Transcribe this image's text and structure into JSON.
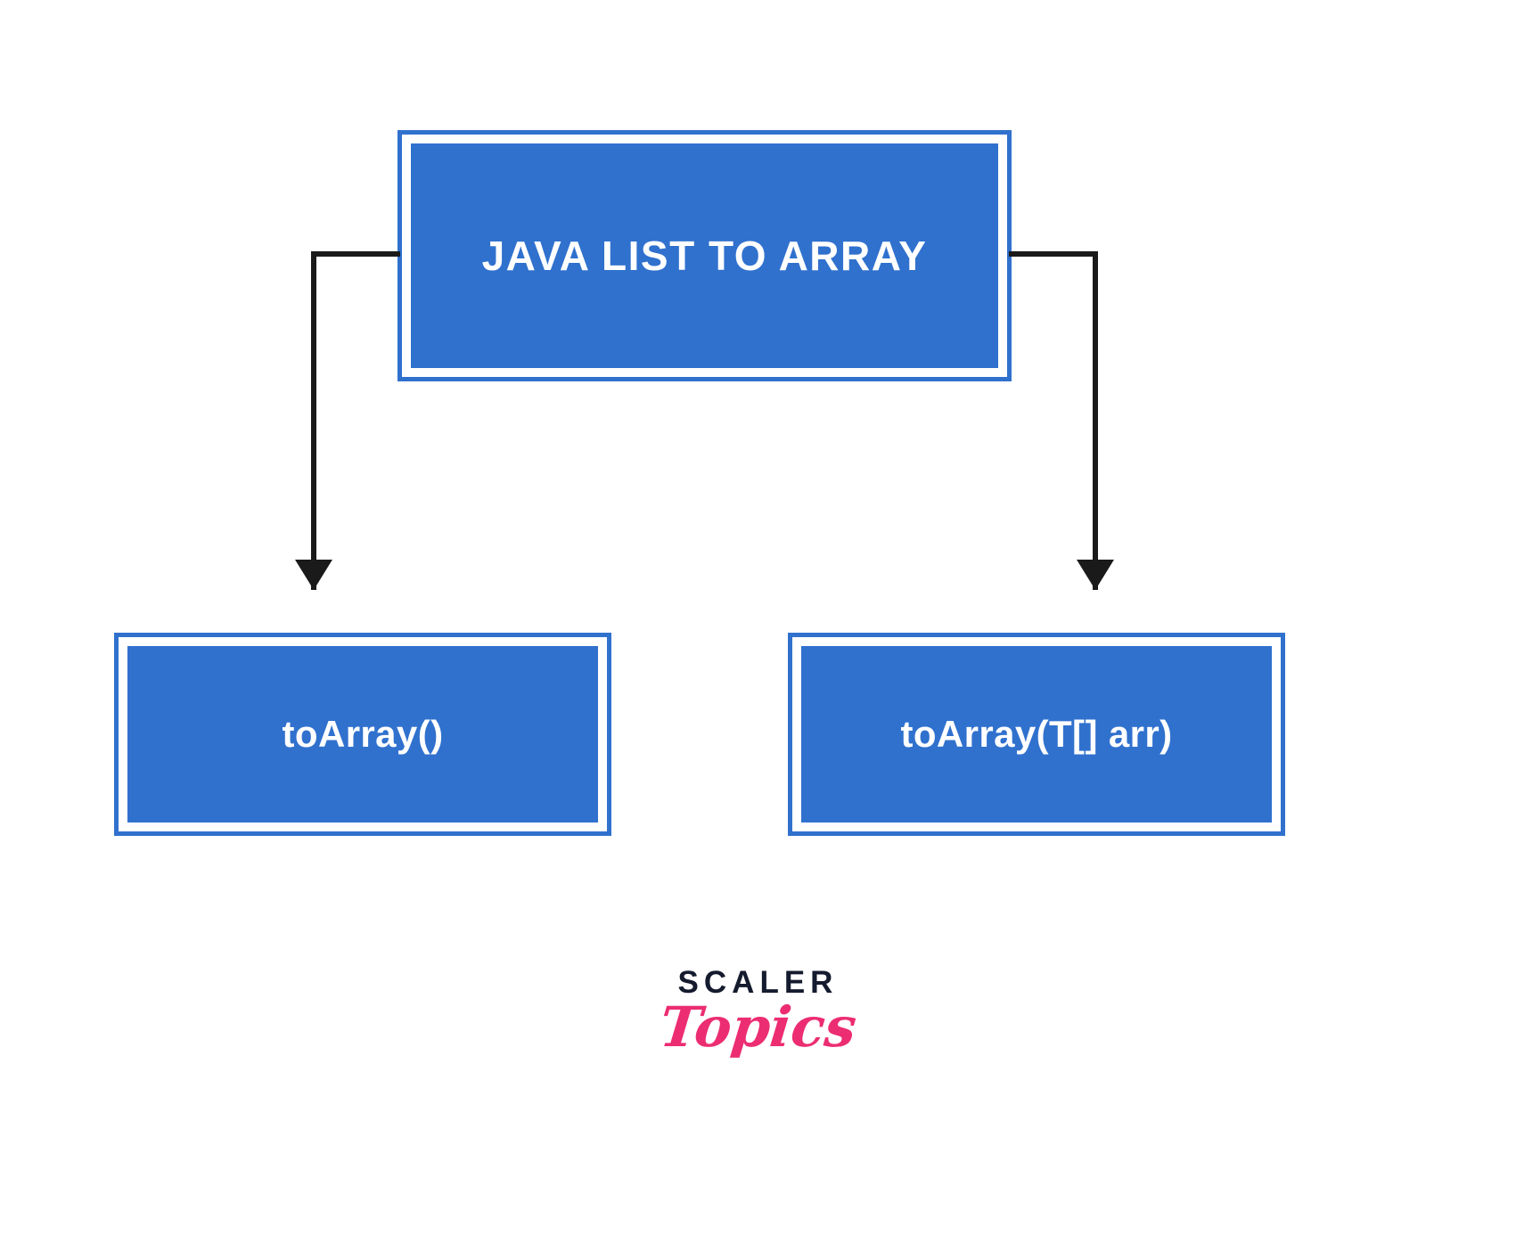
{
  "diagram": {
    "type": "tree",
    "title": "Java List To Array",
    "background_color": "#ffffff",
    "accent_color": "#3071ce",
    "line_color": "#1a1a1a",
    "text_color": "#ffffff",
    "root": {
      "id": "root",
      "label": "JAVA LIST TO ARRAY"
    },
    "children": [
      {
        "id": "toarray",
        "label": "toArray()"
      },
      {
        "id": "toarray-typed",
        "label": "toArray(T[] arr)"
      }
    ],
    "connectors": [
      {
        "id": "left",
        "from": "root",
        "to": "toarray",
        "style": "elbow-down-arrow"
      },
      {
        "id": "right",
        "from": "root",
        "to": "toarray-typed",
        "style": "elbow-down-arrow"
      }
    ]
  },
  "watermark": {
    "brand": "SCALER",
    "product": "Topics",
    "brand_color": "#151b2e",
    "product_color": "#ec2d72"
  }
}
